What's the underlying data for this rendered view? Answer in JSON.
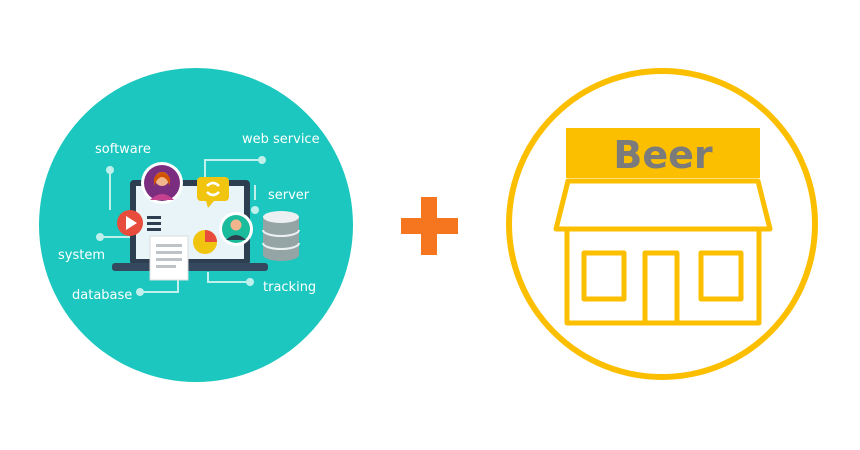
{
  "left_illustration": {
    "labels": {
      "software": "software",
      "web_service": "web service",
      "server": "server",
      "system": "system",
      "database": "database",
      "tracking": "tracking"
    }
  },
  "right_illustration": {
    "sign_text": "Beer"
  },
  "colors": {
    "teal_circle": "#1bc7bf",
    "plus_orange": "#f5761f",
    "beer_yellow": "#fbbf00",
    "sign_text_gray": "#7b7b7b"
  }
}
